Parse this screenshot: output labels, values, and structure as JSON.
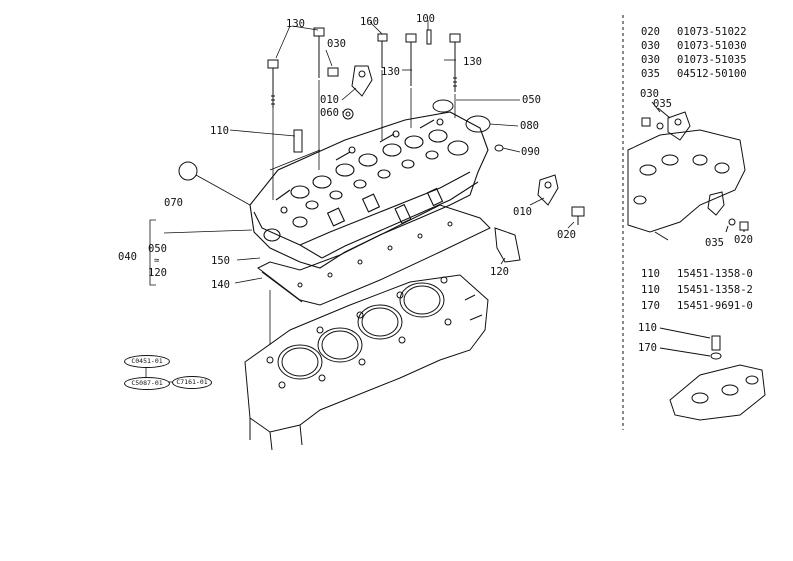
{
  "callouts": {
    "c130a": "130",
    "c160": "160",
    "c100": "100",
    "c030a": "030",
    "c130b": "130",
    "c130c": "130",
    "c010a": "010",
    "c060": "060",
    "c050a": "050",
    "c110": "110",
    "c080": "080",
    "c090": "090",
    "c070": "070",
    "c010b": "010",
    "c020": "020",
    "c040": "040",
    "c050b": "050",
    "c120a": "120",
    "c150": "150",
    "c140": "140",
    "c120b": "120"
  },
  "group_ovals": [
    "C0451-01",
    "C5087-01",
    "C7161-01"
  ],
  "reference_table_1": [
    {
      "code": "020",
      "part": "01073-51022"
    },
    {
      "code": "030",
      "part": "01073-51030"
    },
    {
      "code": "030",
      "part": "01073-51035"
    },
    {
      "code": "035",
      "part": "04512-50100"
    }
  ],
  "detail_labels": {
    "d030": "030",
    "d035a": "035",
    "d035b": "035",
    "d020": "020",
    "d110": "110",
    "d170": "170"
  },
  "reference_table_2": [
    {
      "code": "110",
      "part": "15451-1358-0"
    },
    {
      "code": "110",
      "part": "15451-1358-2"
    },
    {
      "code": "170",
      "part": "15451-9691-0"
    }
  ]
}
